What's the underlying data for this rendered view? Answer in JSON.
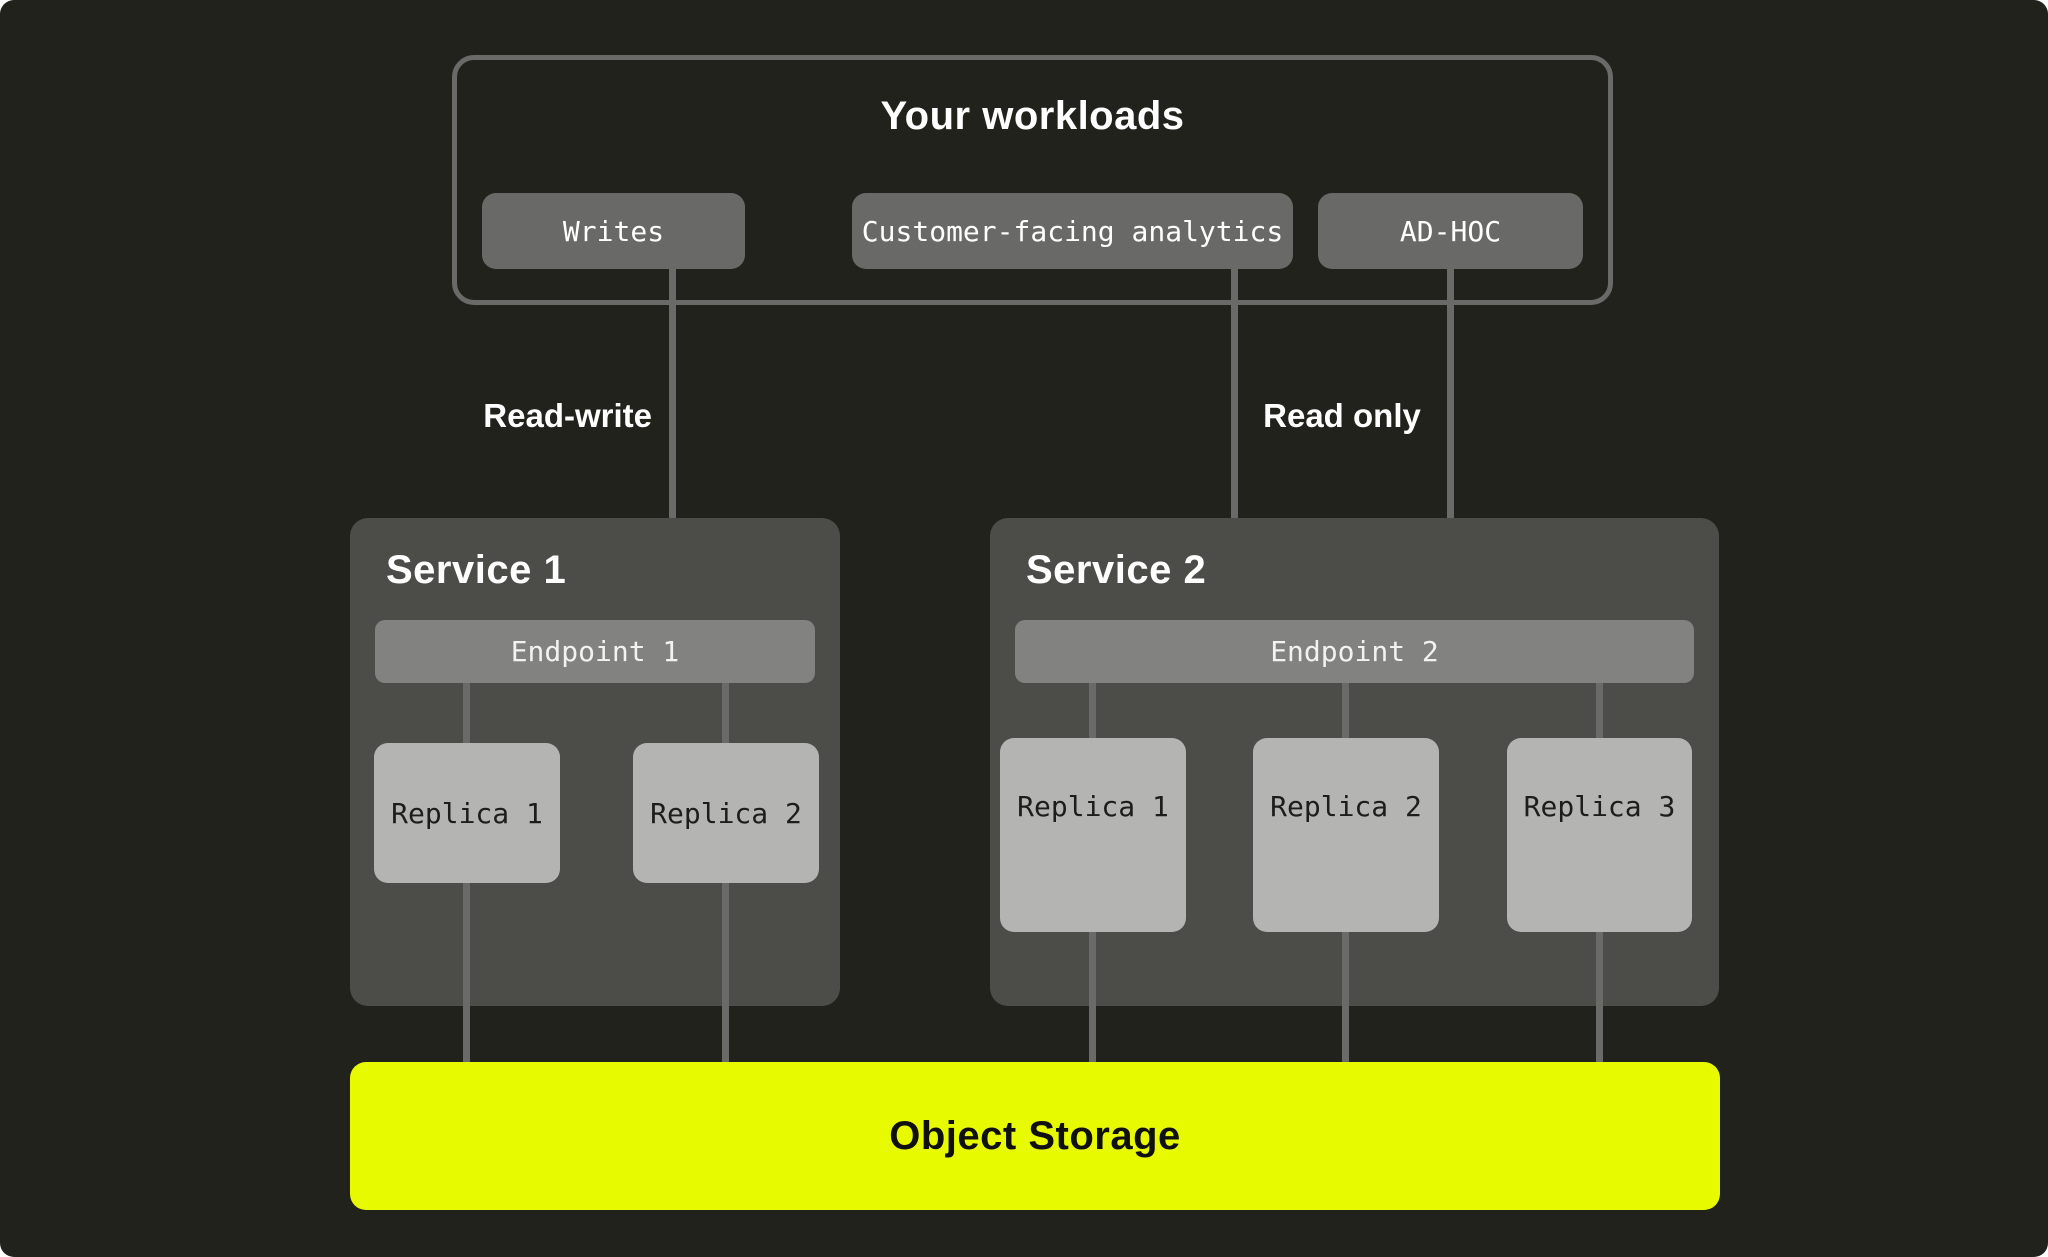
{
  "workloads": {
    "title": "Your workloads",
    "pills": [
      {
        "label": "Writes"
      },
      {
        "label": "Customer-facing analytics"
      },
      {
        "label": "AD-HOC"
      }
    ]
  },
  "flows": {
    "read_write_label": "Read-write",
    "read_only_label": "Read only"
  },
  "services": [
    {
      "title": "Service 1",
      "endpoint": {
        "label": "Endpoint 1"
      },
      "replicas": [
        {
          "label": "Replica 1"
        },
        {
          "label": "Replica 2"
        }
      ]
    },
    {
      "title": "Service 2",
      "endpoint": {
        "label": "Endpoint 2"
      },
      "replicas": [
        {
          "label": "Replica 1"
        },
        {
          "label": "Replica 2"
        },
        {
          "label": "Replica 3"
        }
      ]
    }
  ],
  "storage": {
    "label": "Object Storage"
  },
  "colors": {
    "bg": "#21221c",
    "card": "#4c4c49",
    "pill": "#696967",
    "endpoint": "#828280",
    "replica": "#b4b4b2",
    "line": "#6a6a68",
    "accent": "#e8fa00",
    "text-light": "#ffffff",
    "text-dark": "#1d1d1b"
  }
}
